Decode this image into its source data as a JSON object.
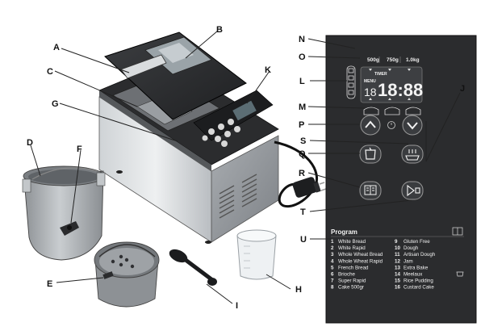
{
  "callouts": {
    "A": "A",
    "B": "B",
    "C": "C",
    "D": "D",
    "E": "E",
    "F": "F",
    "G": "G",
    "H": "H",
    "I": "I",
    "J": "J",
    "K": "K",
    "L": "L",
    "M": "M",
    "N": "N",
    "O": "O",
    "P": "P",
    "Q": "Q",
    "R": "R",
    "S": "S",
    "T": "T",
    "U": "U"
  },
  "panel": {
    "weights": [
      "500g",
      "750g",
      "1.0kg"
    ],
    "display": {
      "timer_label": "TIMER",
      "menu_label": "MENU",
      "menu_value": "18",
      "time_value": "18:88"
    },
    "program_title": "Program",
    "programs_left": [
      {
        "num": "1",
        "name": "White Bread"
      },
      {
        "num": "2",
        "name": "White Rapid"
      },
      {
        "num": "3",
        "name": "Whole Wheat Bread"
      },
      {
        "num": "4",
        "name": "Whole Wheat Rapid"
      },
      {
        "num": "5",
        "name": "French Bread"
      },
      {
        "num": "6",
        "name": "Brioche"
      },
      {
        "num": "7",
        "name": "Super Rapid"
      },
      {
        "num": "8",
        "name": "Cake 500gr"
      }
    ],
    "programs_right": [
      {
        "num": "9",
        "name": "Gluten Free"
      },
      {
        "num": "10",
        "name": "Dough"
      },
      {
        "num": "11",
        "name": "Artisan Dough"
      },
      {
        "num": "12",
        "name": "Jam"
      },
      {
        "num": "13",
        "name": "Extra Bake"
      },
      {
        "num": "14",
        "name": "Meelaux"
      },
      {
        "num": "15",
        "name": "Rice Pudding"
      },
      {
        "num": "16",
        "name": "Custard Cake"
      }
    ]
  },
  "icons": {
    "up": "chevron-up-icon",
    "down": "chevron-down-icon",
    "loaf": "loaf-size-icon",
    "crust": "crust-color-icon",
    "menu": "menu-book-icon",
    "start": "start-stop-icon"
  }
}
